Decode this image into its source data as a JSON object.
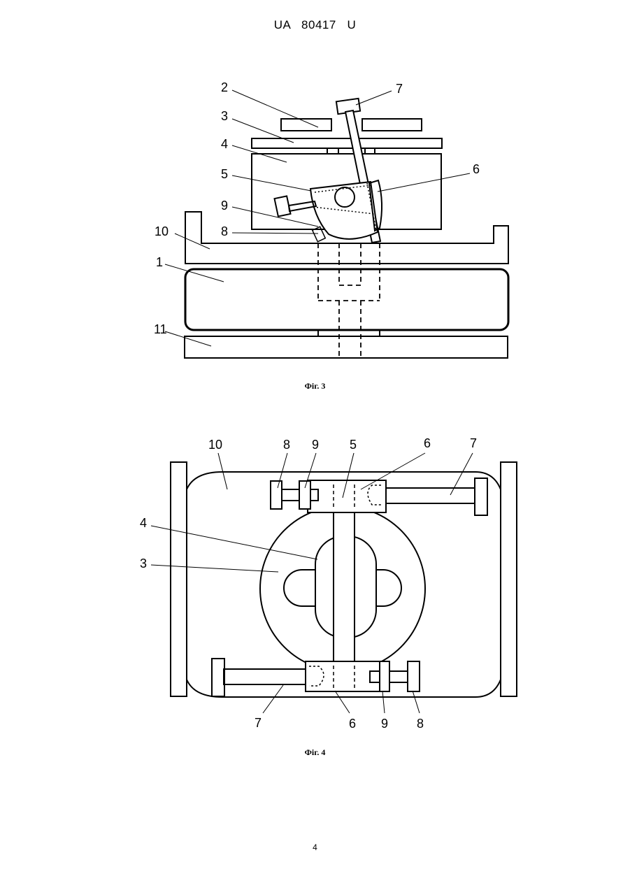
{
  "header": {
    "doc_id": "UA   80417   U"
  },
  "fig3": {
    "caption": "Фіг. 3",
    "labels": {
      "l1": "1",
      "l2": "2",
      "l3": "3",
      "l4": "4",
      "l5": "5",
      "l6": "6",
      "l7": "7",
      "l8": "8",
      "l9": "9",
      "l10": "10",
      "l11": "11"
    }
  },
  "fig4": {
    "caption": "Фіг. 4",
    "labels": {
      "t10": "10",
      "t8": "8",
      "t9": "9",
      "t5": "5",
      "t6": "6",
      "t7": "7",
      "l4": "4",
      "l3": "3",
      "b7": "7",
      "b6": "6",
      "b9": "9",
      "b8": "8"
    }
  },
  "footer": {
    "page_number": "4"
  }
}
